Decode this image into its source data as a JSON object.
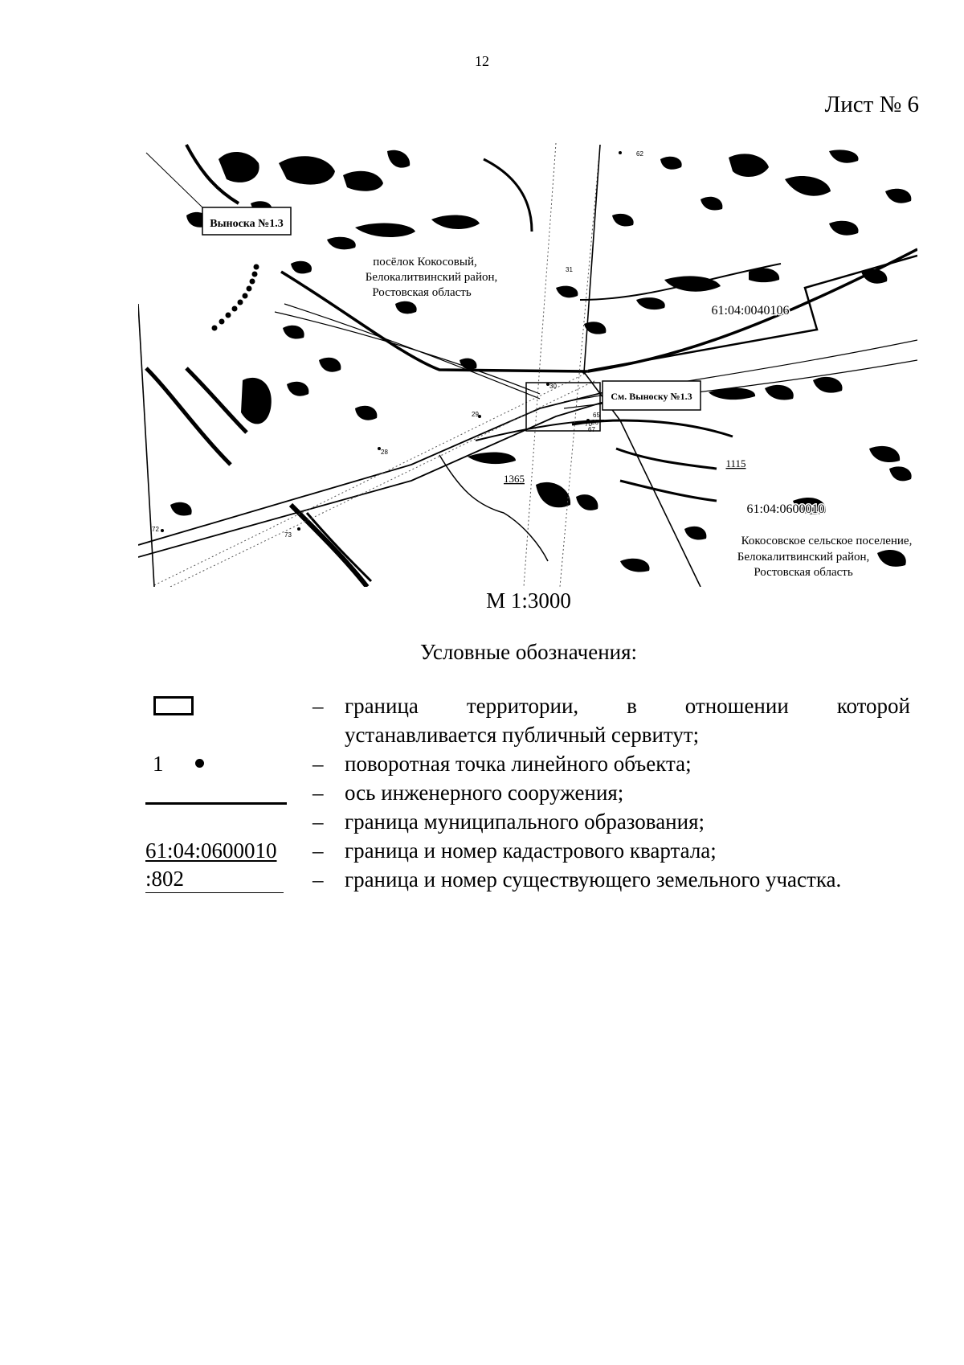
{
  "page": {
    "number": "12",
    "sheet": "Лист № 6"
  },
  "map": {
    "callout_box": "Выноска №1.3",
    "see_callout": "См. Выноску №1.3",
    "settlement": [
      "посёлок Кокосовый,",
      "Белокалитвинский район,",
      "Ростовская область"
    ],
    "rural_settlement": [
      "Кокосовское сельское поселение,",
      "Белокалитвинский район,",
      "Ростовская область"
    ],
    "quarter_1": "61:04:0040106",
    "quarter_2": "61:04:0600010",
    "plot_1115": "1115",
    "plot_1365": "1365",
    "points": [
      "62",
      "31",
      "30",
      "29",
      "28",
      "65",
      "66",
      "67",
      "70",
      "72",
      "73"
    ],
    "scale": "М 1:3000"
  },
  "legend": {
    "title": "Условные обозначения:",
    "items": [
      {
        "dash": "–",
        "text_line1": "граница территории, в отношении которой",
        "text_line2": "устанавливается публичный сервитут;"
      },
      {
        "symbol_text": "1",
        "dash": "–",
        "text": "поворотная точка линейного объекта;"
      },
      {
        "dash": "–",
        "text": "ось инженерного сооружения;"
      },
      {
        "dash": "–",
        "text": "граница муниципального образования;"
      },
      {
        "symbol_text": "61:04:0600010",
        "dash": "–",
        "text": "граница и номер кадастрового квартала;"
      },
      {
        "symbol_text": ":802",
        "dash": "–",
        "text": "граница и номер существующего земельного участка."
      }
    ]
  }
}
